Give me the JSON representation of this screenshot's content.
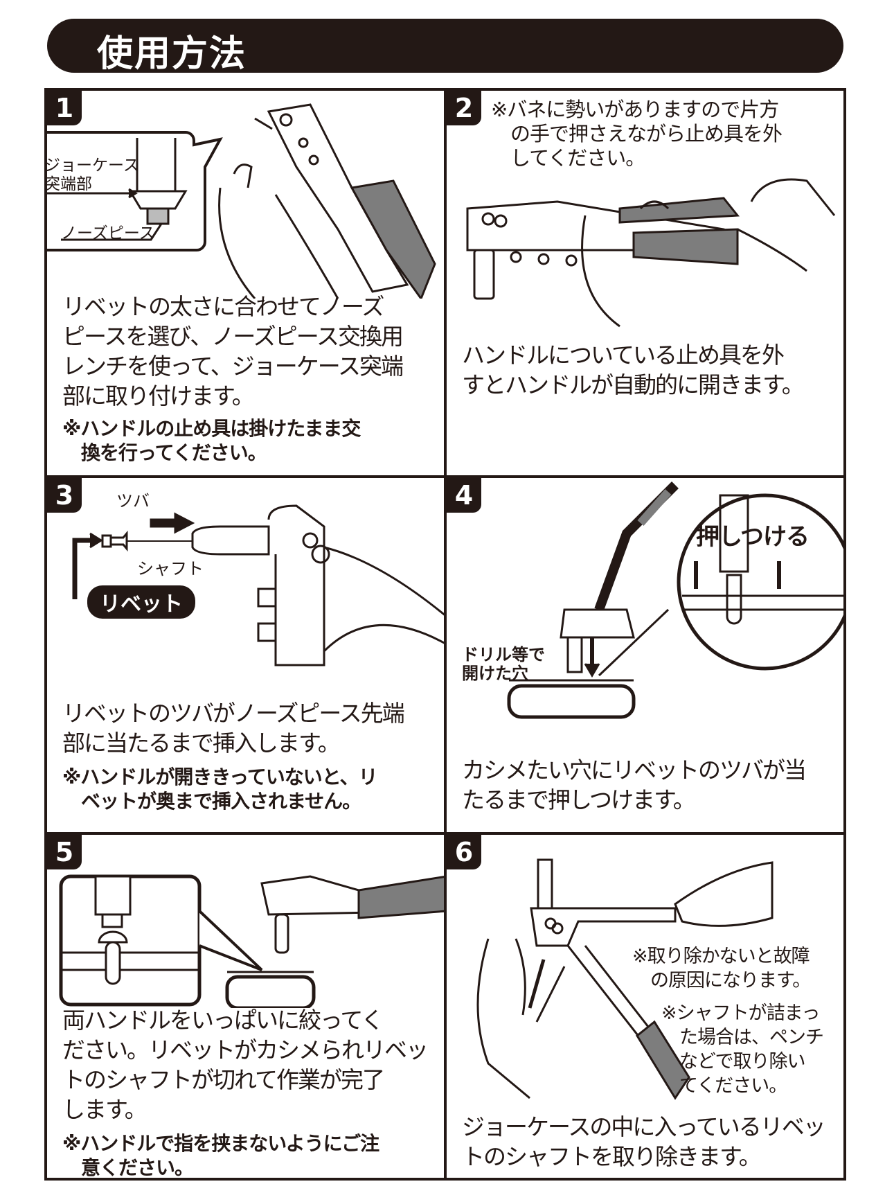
{
  "title": "使用方法",
  "colors": {
    "ink": "#231815",
    "grip": "#7d7d7d"
  },
  "steps": [
    {
      "number": "1",
      "callout_labels": [
        "ジョーケース\n突端部",
        "ノーズピース"
      ],
      "body": "リベットの太さに合わせてノーズ\nピースを選び、ノーズピース交換用\nレンチを使って、ジョーケース突端\n部に取り付けます。",
      "note": "※ハンドルの止め具は掛けたまま交\n　換を行ってください。"
    },
    {
      "number": "2",
      "note": "※バネに勢いがありますので片方\n　の手で押さえながら止め具を外\n　してください。",
      "body": "ハンドルについている止め具を外\nすとハンドルが自動的に開きます。"
    },
    {
      "number": "3",
      "labels": {
        "flange": "ツバ",
        "shaft": "シャフト",
        "rivet": "リベット"
      },
      "body": "リベットのツバがノーズピース先端\n部に当たるまで挿入します。",
      "note": "※ハンドルが開ききっていないと、リ\n　ベットが奥まで挿入されません。"
    },
    {
      "number": "4",
      "labels": {
        "press": "押しつける",
        "hole": "ドリル等で\n開けた穴"
      },
      "body": "カシメたい穴にリベットのツバが当\nたるまで押しつけます。"
    },
    {
      "number": "5",
      "body": "両ハンドルをいっぱいに絞ってく\nださい。リベットがカシメられリベッ\nトのシャフトが切れて作業が完了\nします。",
      "note": "※ハンドルで指を挟まないようにご注\n　意ください。"
    },
    {
      "number": "6",
      "notes": [
        "※取り除かないと故障\n　の原因になります。",
        "※シャフトが詰まっ\n　た場合は、ペンチ\n　などで取り除い\n　てください。"
      ],
      "body": "ジョーケースの中に入っているリベッ\nトのシャフトを取り除きます。"
    }
  ]
}
